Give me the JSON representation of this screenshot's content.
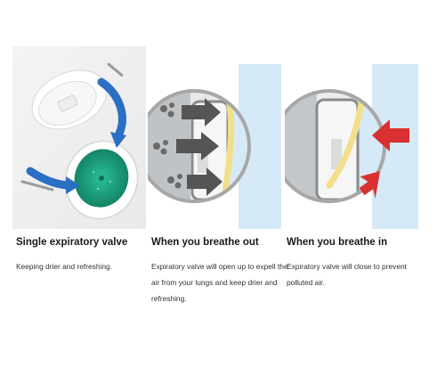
{
  "sections": [
    {
      "title": "Single expiratory valve",
      "description": "Keeping drier and refreshing."
    },
    {
      "title": "When you breathe out",
      "description": "Expiratory valve will open up to expell the air from your lungs and keep drier and refreshing."
    },
    {
      "title": "When you breathe in",
      "description": "Expiratory valve will close to prevent polluted air."
    }
  ],
  "colors": {
    "valve_green": "#1fa383",
    "arrow_blue": "#2a6fc4",
    "arrow_gray": "#555555",
    "arrow_red": "#d93030",
    "flap_yellow": "#f2df8a",
    "lens_blue": "#d6e9f6"
  }
}
